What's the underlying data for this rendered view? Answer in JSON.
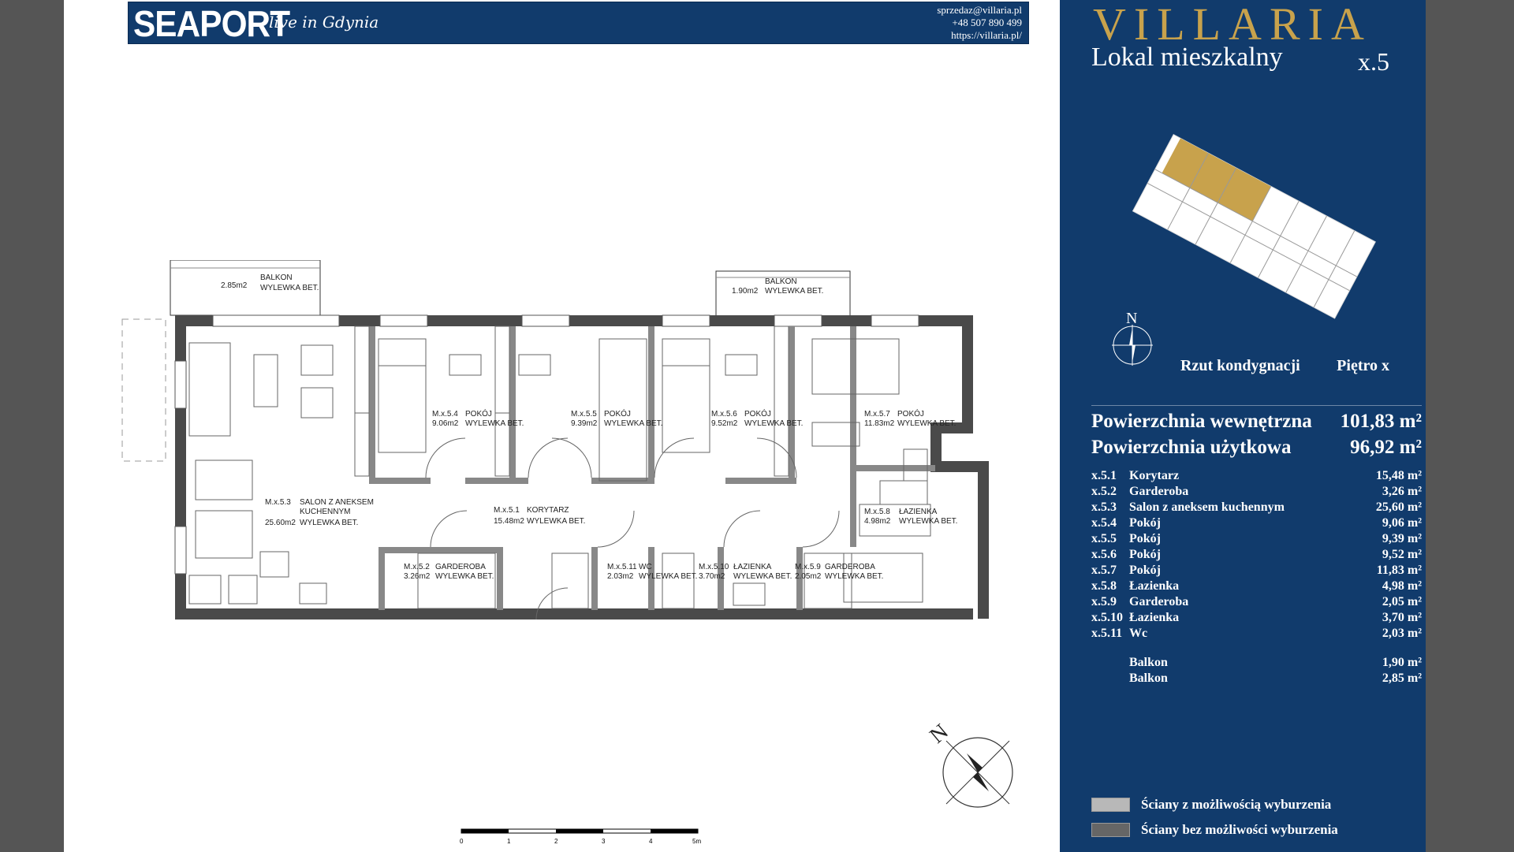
{
  "header": {
    "brand": "SEAPORT",
    "tagline": "live in Gdynia",
    "email": "sprzedaz@villaria.pl",
    "phone": "+48 507 890 499",
    "website": "https://villaria.pl/"
  },
  "panel": {
    "logo": "VILLARIA",
    "type": "Lokal mieszkalny",
    "unit": "x.5",
    "rzut_label": "Rzut kondygnacji",
    "pietro_label": "Piętro x",
    "totals": [
      {
        "label": "Powierzchnia wewnętrzna",
        "value": "101,83 m²"
      },
      {
        "label": "Powierzchnia użytkowa",
        "value": "96,92 m²"
      }
    ],
    "rooms": [
      {
        "code": "x.5.1",
        "name": "Korytarz",
        "area": "15,48 m²"
      },
      {
        "code": "x.5.2",
        "name": "Garderoba",
        "area": "3,26 m²"
      },
      {
        "code": "x.5.3",
        "name": "Salon z aneksem kuchennym",
        "area": "25,60 m²"
      },
      {
        "code": "x.5.4",
        "name": "Pokój",
        "area": "9,06 m²"
      },
      {
        "code": "x.5.5",
        "name": "Pokój",
        "area": "9,39 m²"
      },
      {
        "code": "x.5.6",
        "name": "Pokój",
        "area": "9,52 m²"
      },
      {
        "code": "x.5.7",
        "name": "Pokój",
        "area": "11,83 m²"
      },
      {
        "code": "x.5.8",
        "name": "Łazienka",
        "area": "4,98 m²"
      },
      {
        "code": "x.5.9",
        "name": "Garderoba",
        "area": "2,05 m²"
      },
      {
        "code": "x.5.10",
        "name": "Łazienka",
        "area": "3,70 m²"
      },
      {
        "code": "x.5.11",
        "name": "Wc",
        "area": "2,03 m²"
      }
    ],
    "balconies": [
      {
        "name": "Balkon",
        "area": "1,90 m²"
      },
      {
        "name": "Balkon",
        "area": "2,85 m²"
      }
    ],
    "legend": [
      {
        "label": "Ściany z możliwością wyburzenia",
        "color": "#b8b8b8"
      },
      {
        "label": "Ściany bez możliwości wyburzenia",
        "color": "#666666"
      }
    ]
  },
  "plan_labels": {
    "balkon_left": {
      "area": "2.85m2",
      "name": "BALKON",
      "floor": "WYLEWKA BET."
    },
    "balkon_right": {
      "area": "1.90m2",
      "name": "BALKON",
      "floor": "WYLEWKA BET."
    },
    "r53": {
      "code": "M.x.5.3",
      "name1": "SALON Z ANEKSEM",
      "name2": "KUCHENNYM",
      "area": "25.60m2",
      "floor": "WYLEWKA BET."
    },
    "r51": {
      "code": "M.x.5.1",
      "name": "KORYTARZ",
      "area": "15.48m2",
      "floor": "WYLEWKA BET."
    },
    "r52": {
      "code": "M.x.5.2",
      "name": "GARDEROBA",
      "area": "3.26m2",
      "floor": "WYLEWKA BET."
    },
    "r54": {
      "code": "M.x.5.4",
      "name": "POKÓJ",
      "area": "9.06m2",
      "floor": "WYLEWKA BET."
    },
    "r55": {
      "code": "M.x.5.5",
      "name": "POKÓJ",
      "area": "9.39m2",
      "floor": "WYLEWKA BET."
    },
    "r56": {
      "code": "M.x.5.6",
      "name": "POKÓJ",
      "area": "9.52m2",
      "floor": "WYLEWKA BET."
    },
    "r57": {
      "code": "M.x.5.7",
      "name": "POKÓJ",
      "area": "11.83m2",
      "floor": "WYLEWKA BET."
    },
    "r58": {
      "code": "M.x.5.8",
      "name": "ŁAZIENKA",
      "area": "4.98m2",
      "floor": "WYLEWKA BET."
    },
    "r59": {
      "code": "M.x.5.9",
      "name": "GARDEROBA",
      "area": "2.05m2",
      "floor": "WYLEWKA BET."
    },
    "r510": {
      "code": "M.x.5.10",
      "name": "ŁAZIENKA",
      "area": "3.70m2",
      "floor": "WYLEWKA BET."
    },
    "r511": {
      "code": "M.x.5.11",
      "name": "WC",
      "area": "2.03m2",
      "floor": "WYLEWKA BET."
    }
  },
  "scale": {
    "ticks": [
      "0",
      "1",
      "2",
      "3",
      "4",
      "5m"
    ]
  },
  "compass": {
    "north_label": "N"
  }
}
